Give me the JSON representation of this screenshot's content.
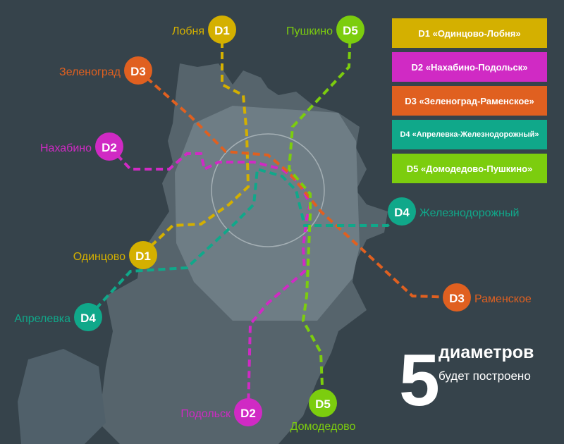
{
  "colors": {
    "background": "#36434b",
    "land": "#5a6870",
    "land_light": "#6f7d84",
    "ring": "#c8d0d4",
    "D1": "#d4b000",
    "D2": "#d02ac4",
    "D3": "#e06020",
    "D4": "#10a88a",
    "D5": "#7ccd0e"
  },
  "legend": [
    {
      "id": "D1",
      "label": "D1 «Одинцово-Лобня»"
    },
    {
      "id": "D2",
      "label": "D2 «Нахабино-Подольск»"
    },
    {
      "id": "D3",
      "label": "D3 «Зеленоград-Раменское»"
    },
    {
      "id": "D4",
      "label": "D4 «Апрелевка-Железнодорожный»"
    },
    {
      "id": "D5",
      "label": "D5 «Домодедово-Пушкино»"
    }
  ],
  "stations": {
    "D1_north": {
      "badge": "D1",
      "name": "Лобня"
    },
    "D1_south": {
      "badge": "D1",
      "name": "Одинцово"
    },
    "D2_north": {
      "badge": "D2",
      "name": "Нахабино"
    },
    "D2_south": {
      "badge": "D2",
      "name": "Подольск"
    },
    "D3_north": {
      "badge": "D3",
      "name": "Зеленоград"
    },
    "D3_south": {
      "badge": "D3",
      "name": "Раменское"
    },
    "D4_west": {
      "badge": "D4",
      "name": "Апрелевка"
    },
    "D4_east": {
      "badge": "D4",
      "name": "Железнодорожный"
    },
    "D5_north": {
      "badge": "D5",
      "name": "Пушкино"
    },
    "D5_south": {
      "badge": "D5",
      "name": "Домодедово"
    }
  },
  "summary": {
    "number": "5",
    "word": "диаметров",
    "subtitle": "будет построено"
  }
}
